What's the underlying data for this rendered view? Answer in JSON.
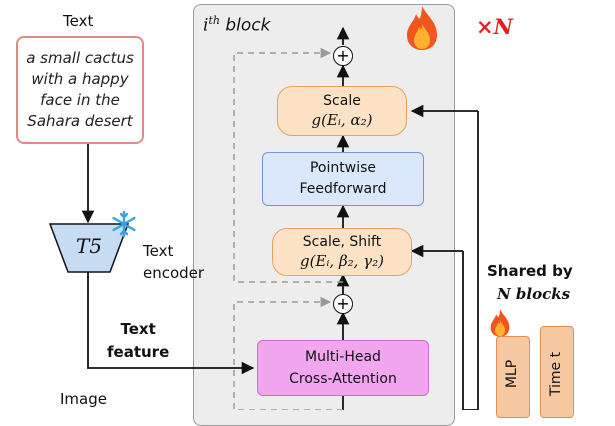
{
  "text_input": {
    "label": "Text",
    "prompt": "a small cactus\nwith a happy\nface in the\nSahara desert"
  },
  "encoder": {
    "name": "T5",
    "label": "Text\nencoder"
  },
  "text_feature_label": "Text\nfeature",
  "image_label": "Image",
  "block": {
    "title_prefix": "i",
    "title_sup": "th",
    "title_suffix": " block",
    "repeat_label": "×N"
  },
  "nodes": {
    "scale_top": {
      "label": "Scale",
      "formula": "g(Eᵢ, α₂)"
    },
    "pointwise": {
      "label": "Pointwise\nFeedforward"
    },
    "scale_shift": {
      "label": "Scale, Shift",
      "formula": "g(Eᵢ, β₂, γ₂)"
    },
    "cross_attention": {
      "label": "Multi-Head\nCross-Attention"
    }
  },
  "plus_symbol": "+",
  "shared": {
    "label_line1": "Shared by",
    "label_line2": "N blocks",
    "mlp_label": "MLP",
    "time_label": "Time t"
  },
  "colors": {
    "orange_fill": "#fde2c5",
    "blue_fill": "#dbe8fb",
    "pink_fill": "#f1a6ef",
    "repeat_red": "#e02020",
    "prompt_border": "#e08a8a"
  },
  "icons": {
    "trainable": "fire-icon",
    "frozen": "snowflake-icon"
  }
}
